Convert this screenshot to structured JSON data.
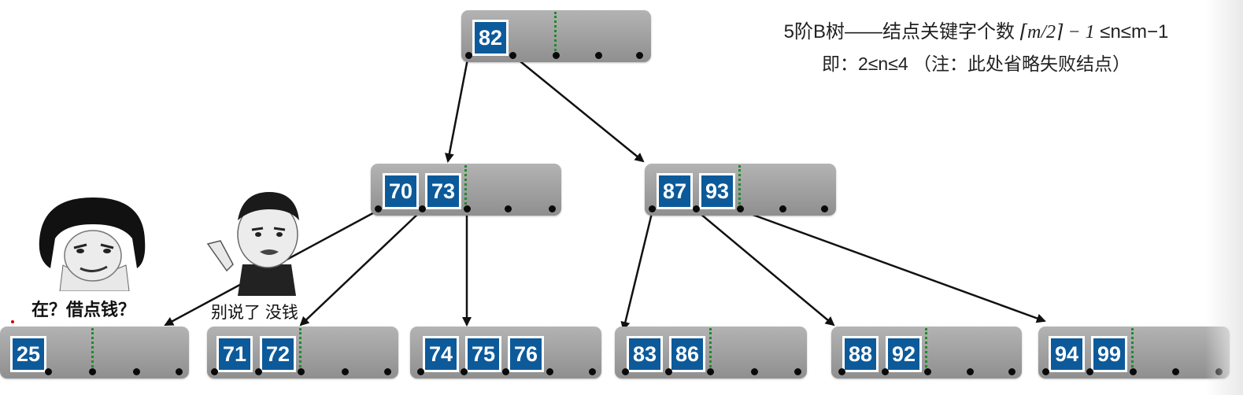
{
  "title_line1": {
    "prefix": "5阶B树——结点关键字个数",
    "formula": "⌈m/2⌉ − 1",
    "suffix": "≤n≤m−1"
  },
  "title_line2": "即：2≤n≤4 （注：此处省略失败结点）",
  "memes": {
    "left_caption": "在？借点钱？",
    "right_caption": "别说了 没钱"
  },
  "tree": {
    "root": {
      "keys": [
        "82"
      ]
    },
    "level2": [
      {
        "keys": [
          "70",
          "73"
        ]
      },
      {
        "keys": [
          "87",
          "93"
        ]
      }
    ],
    "leaves": [
      {
        "keys": [
          "25"
        ]
      },
      {
        "keys": [
          "71",
          "72"
        ]
      },
      {
        "keys": [
          "74",
          "75",
          "76"
        ]
      },
      {
        "keys": [
          "83",
          "86"
        ]
      },
      {
        "keys": [
          "88",
          "92"
        ]
      },
      {
        "keys": [
          "94",
          "99"
        ]
      }
    ]
  },
  "colors": {
    "key_fill": "#0d5a9a",
    "node_fill": "#a3a3a3",
    "divider": "#1e8a2a",
    "pointer": "#0a0a0a"
  }
}
